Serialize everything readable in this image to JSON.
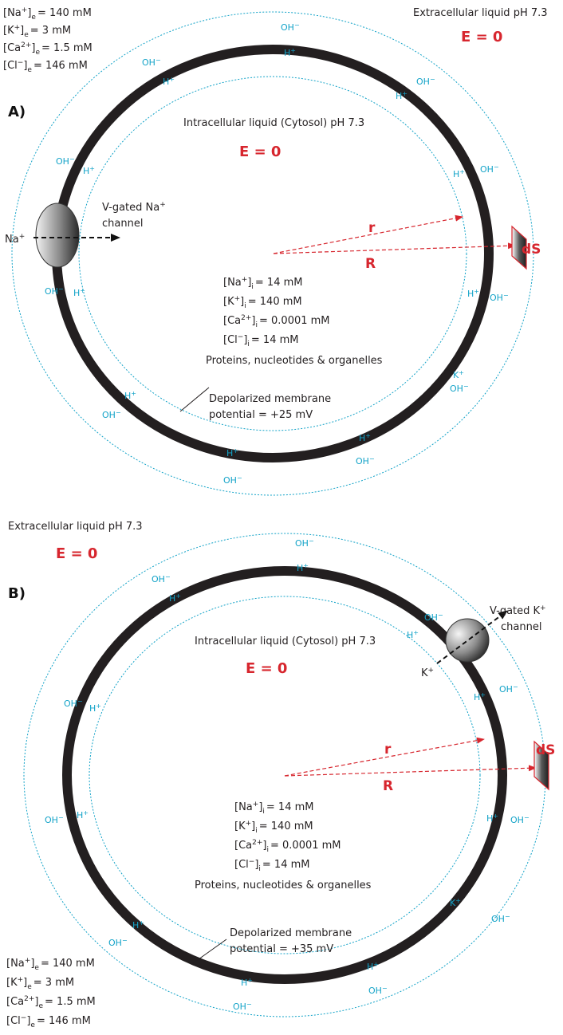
{
  "colors": {
    "membrane": "#231f20",
    "ion": "#13a3c8",
    "field": "#d7262e",
    "text": "#231f20"
  },
  "panels": [
    {
      "label": "A)",
      "extracellular": {
        "title": "Extracellular liquid pH 7.3",
        "field": "E = 0",
        "conc": [
          {
            "sym": "[Na",
            "sup": "+",
            "sub": "e",
            "val": "= 140 mM"
          },
          {
            "sym": "[K",
            "sup": "+",
            "sub": "e",
            "val": "= 3 mM"
          },
          {
            "sym": "[Ca",
            "sup": "2+",
            "sub": "e",
            "val": "= 1.5 mM"
          },
          {
            "sym": "[Cl",
            "sup": "−",
            "sub": "e",
            "val": "= 146 mM"
          }
        ]
      },
      "intracellular": {
        "title": "Intracellular liquid (Cytosol) pH 7.3",
        "field": "E = 0",
        "conc": [
          {
            "sym": "[Na",
            "sup": "+",
            "sub": "i",
            "val": "= 14 mM"
          },
          {
            "sym": "[K",
            "sup": "+",
            "sub": "i",
            "val": "= 140 mM"
          },
          {
            "sym": "[Ca",
            "sup": "2+",
            "sub": "i",
            "val": "= 0.0001 mM"
          },
          {
            "sym": "[Cl",
            "sup": "−",
            "sub": "i",
            "val": "= 14 mM"
          }
        ],
        "other": "Proteins, nucleotides & organelles"
      },
      "channel": {
        "line1": "V-gated Na",
        "line1_sup": "+",
        "line2": "channel",
        "ion": "Na",
        "ion_sup": "+"
      },
      "membrane": {
        "line1": "Depolarized membrane",
        "line2": "potential =  +25 mV"
      },
      "vectors": {
        "r": "r",
        "R": "R",
        "dS": "dS"
      }
    },
    {
      "label": "B)",
      "extracellular": {
        "title": "Extracellular liquid pH 7.3",
        "field": "E = 0",
        "conc": [
          {
            "sym": "[Na",
            "sup": "+",
            "sub": "e",
            "val": "= 140 mM"
          },
          {
            "sym": "[K",
            "sup": "+",
            "sub": "e",
            "val": "= 3 mM"
          },
          {
            "sym": "[Ca",
            "sup": "2+",
            "sub": "e",
            "val": "= 1.5 mM"
          },
          {
            "sym": "[Cl",
            "sup": "−",
            "sub": "e",
            "val": "= 146 mM"
          }
        ]
      },
      "intracellular": {
        "title": "Intracellular liquid (Cytosol) pH 7.3",
        "field": "E = 0",
        "conc": [
          {
            "sym": "[Na",
            "sup": "+",
            "sub": "i",
            "val": "= 14 mM"
          },
          {
            "sym": "[K",
            "sup": "+",
            "sub": "i",
            "val": "= 140 mM"
          },
          {
            "sym": "[Ca",
            "sup": "2+",
            "sub": "i",
            "val": "= 0.0001 mM"
          },
          {
            "sym": "[Cl",
            "sup": "−",
            "sub": "i",
            "val": "= 14 mM"
          }
        ],
        "other": "Proteins, nucleotides & organelles"
      },
      "channel": {
        "line1": "V-gated K",
        "line1_sup": "+",
        "line2": "channel",
        "ion": "K",
        "ion_sup": "+"
      },
      "membrane": {
        "line1": "Depolarized membrane",
        "line2": "potential =  +35 mV"
      },
      "vectors": {
        "r": "r",
        "R": "R",
        "dS": "dS"
      }
    }
  ],
  "ions": {
    "oh": "OH",
    "oh_sup": "−",
    "h": "H",
    "h_sup": "+",
    "k": "K",
    "k_sup": "+"
  }
}
